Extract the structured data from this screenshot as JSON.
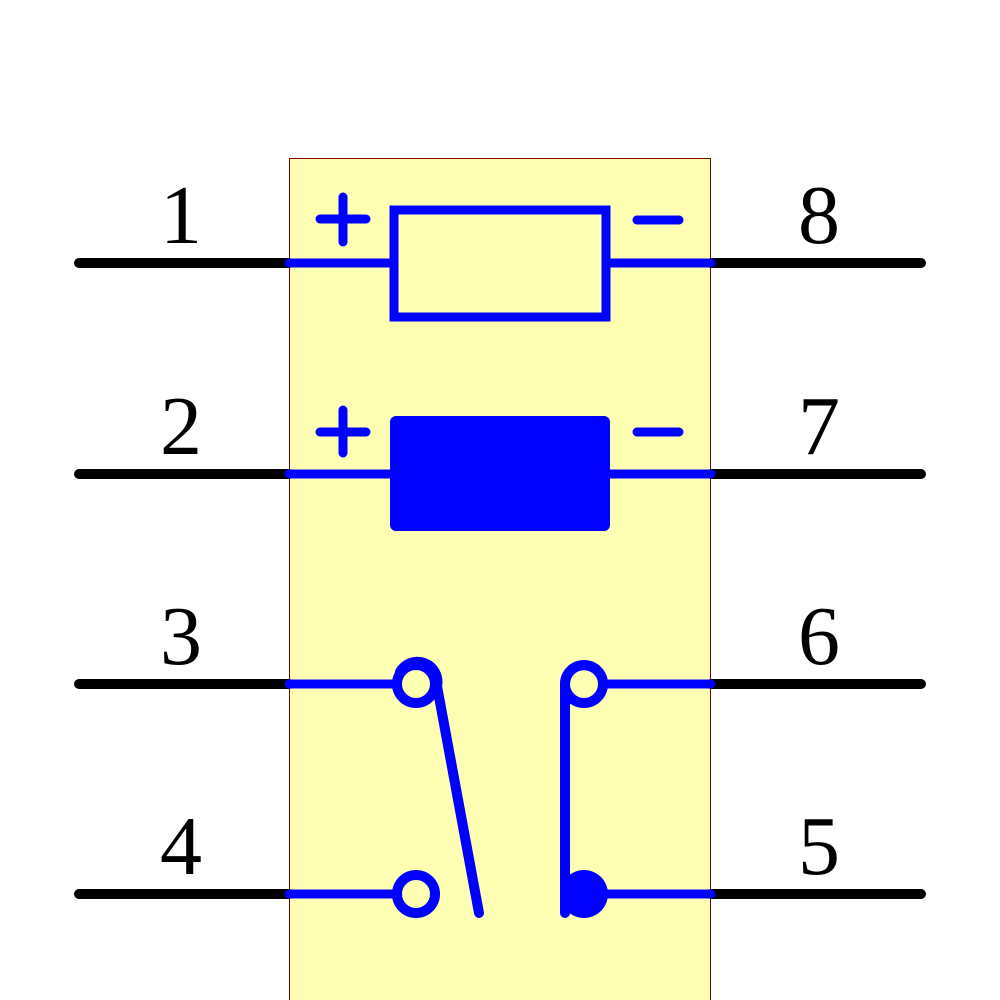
{
  "pins": {
    "left": [
      "1",
      "2",
      "3",
      "4"
    ],
    "right": [
      "8",
      "7",
      "6",
      "5"
    ]
  },
  "polarity": {
    "plus": "+",
    "minus": "−"
  },
  "colors": {
    "body_fill": "#ffffb4",
    "body_border": "#800000",
    "symbol": "#0000ff",
    "lead": "#000000"
  }
}
